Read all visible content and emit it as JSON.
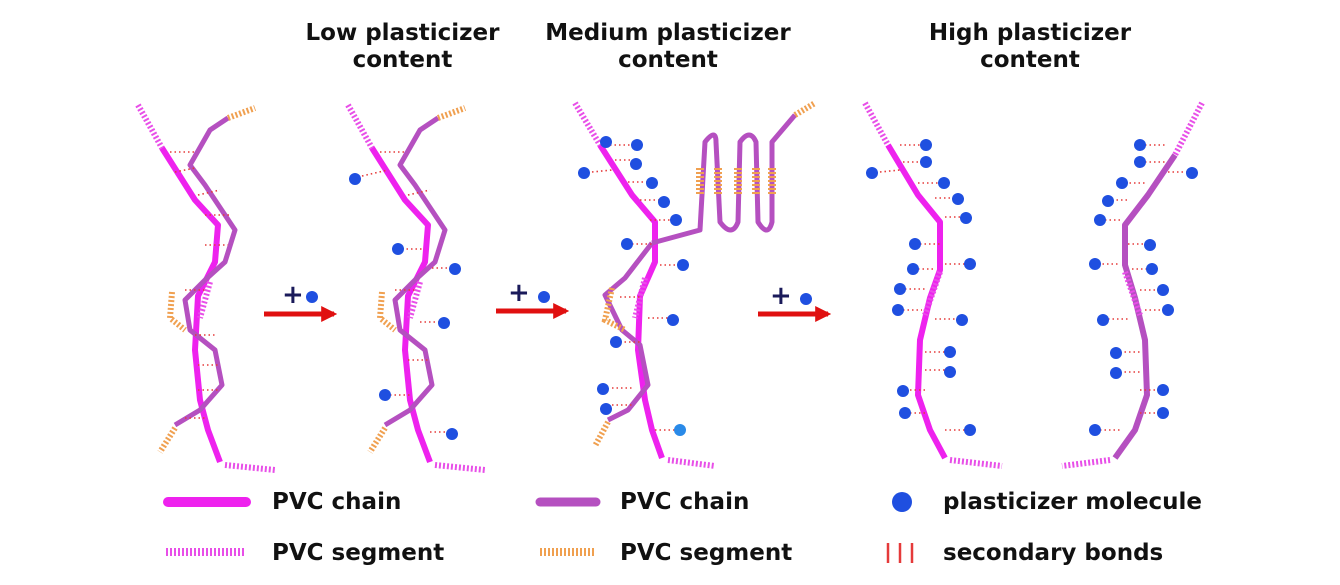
{
  "titles": {
    "low": "Low plasticizer content",
    "medium": "Medium plasticizer content",
    "high": "High plasticizer content"
  },
  "arrows": [
    {
      "label": "+"
    },
    {
      "label": "+"
    },
    {
      "label": "+"
    }
  ],
  "legend": {
    "pvc_chain_1": "PVC chain",
    "pvc_segment_1": "PVC segment",
    "pvc_chain_2": "PVC chain",
    "pvc_segment_2": "PVC segment",
    "plasticizer": "plasticizer molecule",
    "secondary_bonds": "secondary bonds"
  },
  "colors": {
    "chain_magenta": "#ee22ee",
    "chain_purple": "#b550c0",
    "segment_magenta": "#e84fe8",
    "segment_orange": "#f0a050",
    "plasticizer": "#1f4fe0",
    "bond": "#e53a3a",
    "arrow": "#e01010",
    "plus": "#1a1a5a"
  }
}
